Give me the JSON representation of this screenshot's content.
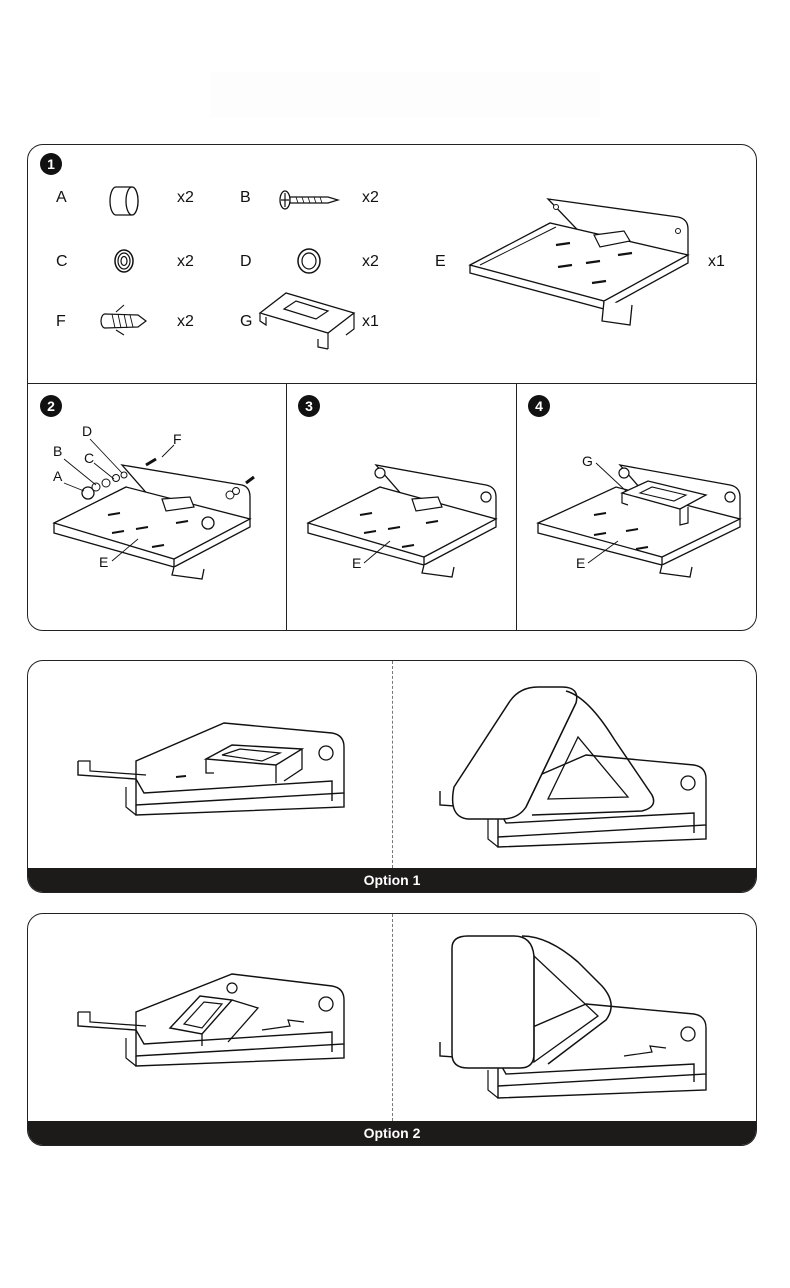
{
  "steps": {
    "s1": "1",
    "s2": "2",
    "s3": "3",
    "s4": "4"
  },
  "parts": {
    "A": {
      "letter": "A",
      "qty": "x2"
    },
    "B": {
      "letter": "B",
      "qty": "x2"
    },
    "C": {
      "letter": "C",
      "qty": "x2"
    },
    "D": {
      "letter": "D",
      "qty": "x2"
    },
    "E": {
      "letter": "E",
      "qty": "x1"
    },
    "F": {
      "letter": "F",
      "qty": "x2"
    },
    "G": {
      "letter": "G",
      "qty": "x1"
    }
  },
  "step2": {
    "A": "A",
    "B": "B",
    "C": "C",
    "D": "D",
    "F": "F",
    "E": "E"
  },
  "step3": {
    "E": "E"
  },
  "step4": {
    "G": "G",
    "E": "E"
  },
  "options": {
    "option1": "Option 1",
    "option2": "Option 2"
  }
}
